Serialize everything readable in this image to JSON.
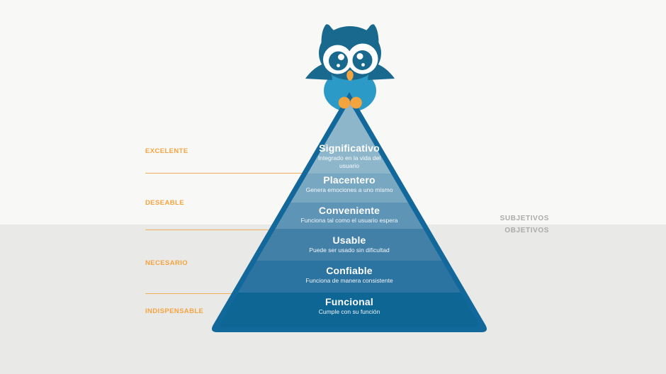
{
  "background": {
    "top_color": "#F8F8F7",
    "bottom_color": "#E9E9E8"
  },
  "owl": {
    "head_color": "#19698F",
    "body_color": "#2B9AC6",
    "accent_color": "#F3A43E",
    "eye_color": "#FFFFFF"
  },
  "pyramid": {
    "border_color": "#12689A",
    "levels": [
      {
        "title": "Significativo",
        "subtitle": "Integrado en la vida del usuario",
        "color": "#8DB6CB"
      },
      {
        "title": "Placentero",
        "subtitle": "Genera emociones a uno mismo",
        "color": "#78A7C1"
      },
      {
        "title": "Conveniente",
        "subtitle": "Funciona tal como el usuario espera",
        "color": "#5E94B6"
      },
      {
        "title": "Usable",
        "subtitle": "Puede ser usado sin dificultad",
        "color": "#4380A8"
      },
      {
        "title": "Confiable",
        "subtitle": "Funciona de manera consistente",
        "color": "#2B73A0"
      },
      {
        "title": "Funcional",
        "subtitle": "Cumple con su función",
        "color": "#0E6695"
      }
    ]
  },
  "left_scale": {
    "color": "#F4A43F",
    "labels": [
      "EXCELENTE",
      "DESEABLE",
      "NECESARIO",
      "INDISPENSABLE"
    ]
  },
  "right_scale": {
    "color": "#ACABA9",
    "top_label": "SUBJETIVOS",
    "bottom_label": "OBJETIVOS"
  }
}
